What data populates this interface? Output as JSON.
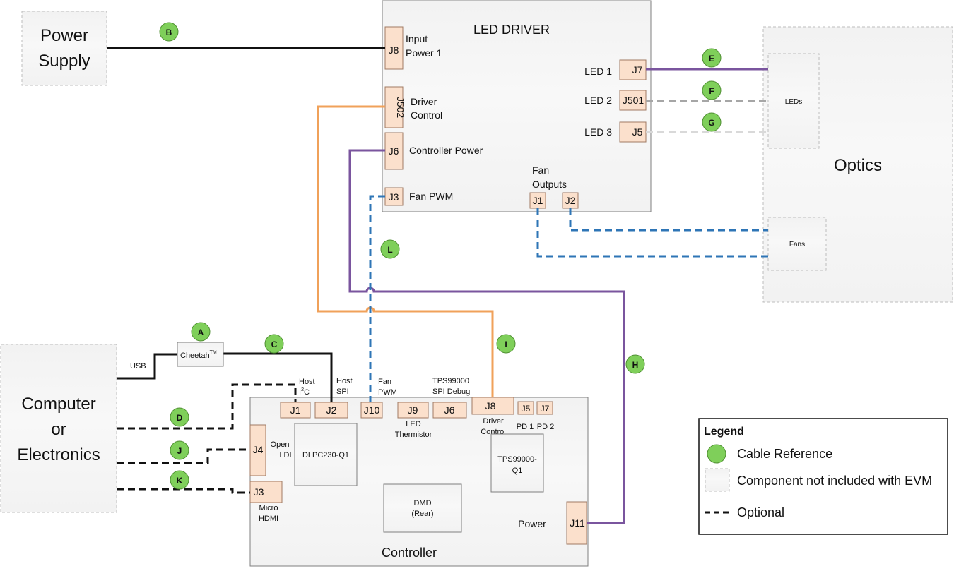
{
  "colors": {
    "black": "#111111",
    "purple": "#7a559e",
    "orange": "#f0a15a",
    "gray": "#a6a6a6",
    "lightgray": "#d9d9d9",
    "blue": "#2e75b6",
    "badge": "#7fcf5a",
    "connector": "#fbe0cc"
  },
  "external": {
    "power_supply": [
      "Power",
      "Supply"
    ],
    "computer": [
      "Computer",
      "or",
      "Electronics"
    ],
    "optics": "Optics",
    "leds": "LEDs",
    "fans": "Fans",
    "cheetah": "Cheetah",
    "cheetah_tm": "TM",
    "usb": "USB"
  },
  "led_driver": {
    "title": "LED DRIVER",
    "j8": "J8",
    "input_power": [
      "Input",
      "Power 1"
    ],
    "j502": "J502",
    "driver_control": [
      "Driver",
      "Control"
    ],
    "j6": "J6",
    "controller_power": "Controller Power",
    "j3": "J3",
    "fan_pwm": "Fan PWM",
    "fan_outputs": [
      "Fan",
      "Outputs"
    ],
    "j1": "J1",
    "j2": "J2",
    "led1": "LED 1",
    "j7": "J7",
    "led2": "LED 2",
    "j501": "J501",
    "led3": "LED 3",
    "j5": "J5"
  },
  "controller": {
    "title": "Controller",
    "host_i2c": [
      "Host",
      "I",
      "2",
      "C"
    ],
    "host_spi": [
      "Host",
      "SPI"
    ],
    "fan_pwm": [
      "Fan",
      "PWM"
    ],
    "tps_debug": [
      "TPS99000",
      "SPI Debug"
    ],
    "j1": "J1",
    "j2": "J2",
    "j10": "J10",
    "j9": "J9",
    "j6": "J6",
    "j8": "J8",
    "j5": "J5",
    "j7": "J7",
    "led_thermistor": [
      "LED",
      "Thermistor"
    ],
    "driver_control": [
      "Driver",
      "Control"
    ],
    "pd1": "PD 1",
    "pd2": "PD 2",
    "j4": "J4",
    "open_ldi": [
      "Open",
      "LDI"
    ],
    "dlpc": "DLPC230-Q1",
    "tps": [
      "TPS99000-",
      "Q1"
    ],
    "j3": "J3",
    "micro_hdmi": [
      "Micro",
      "HDMI"
    ],
    "dmd": [
      "DMD",
      "(Rear)"
    ],
    "power": "Power",
    "j11": "J11"
  },
  "cable_badges": [
    "A",
    "B",
    "C",
    "D",
    "E",
    "F",
    "G",
    "H",
    "I",
    "J",
    "K",
    "L"
  ],
  "legend": {
    "title": "Legend",
    "cable_reference": "Cable Reference",
    "not_included": "Component not included with EVM",
    "optional": "Optional"
  }
}
